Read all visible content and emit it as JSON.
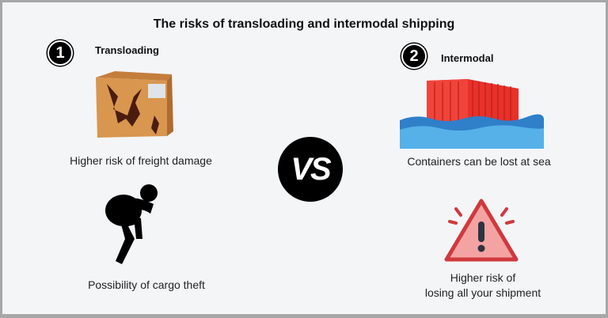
{
  "title": "The risks of transloading and intermodal shipping",
  "left": {
    "number": "1",
    "heading": "Transloading",
    "items": [
      {
        "icon": "damaged-box-icon",
        "caption": "Higher risk of freight damage"
      },
      {
        "icon": "thief-icon",
        "caption": "Possibility of cargo theft"
      }
    ]
  },
  "center": {
    "label": "VS"
  },
  "right": {
    "number": "2",
    "heading": "Intermodal",
    "items": [
      {
        "icon": "container-at-sea-icon",
        "caption": "Containers can be lost at sea"
      },
      {
        "icon": "warning-icon",
        "caption_line1": "Higher risk of",
        "caption_line2": "losing all your shipment"
      }
    ]
  },
  "colors": {
    "background": "#f4f5f7",
    "border": "#a7a7a7",
    "container": "#e8312a",
    "water": "#3f95d6",
    "warning": "#f4a3a3",
    "warning_border": "#d0393d",
    "box": "#d9964e"
  }
}
